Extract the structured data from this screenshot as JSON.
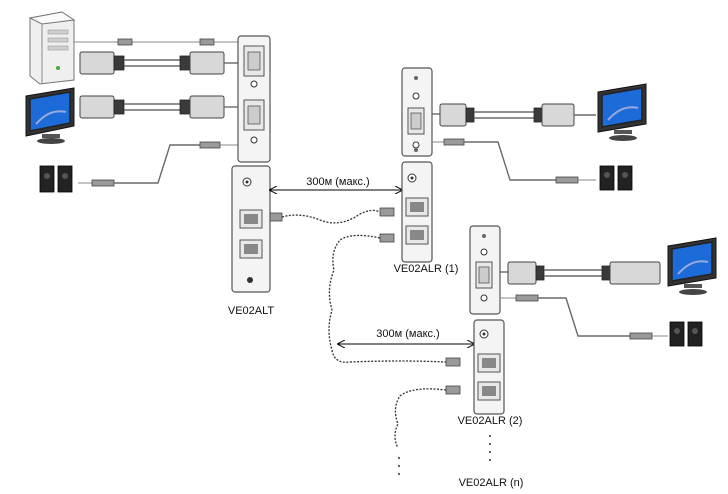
{
  "labels": {
    "transmitter": "VE02ALT",
    "receiver1": "VE02ALR (1)",
    "receiver2": "VE02ALR (2)",
    "receiverN": "VE02ALR (n)",
    "distance1": "300м (макс.)",
    "distance2": "300м (макс.)"
  },
  "icons": {
    "pc": "pc-tower-icon",
    "monitor": "monitor-icon",
    "speakers": "speakers-icon"
  },
  "colors": {
    "screen": "#1d6bd8",
    "device": "#f4f4f4",
    "cable": "#6a6a6a"
  }
}
